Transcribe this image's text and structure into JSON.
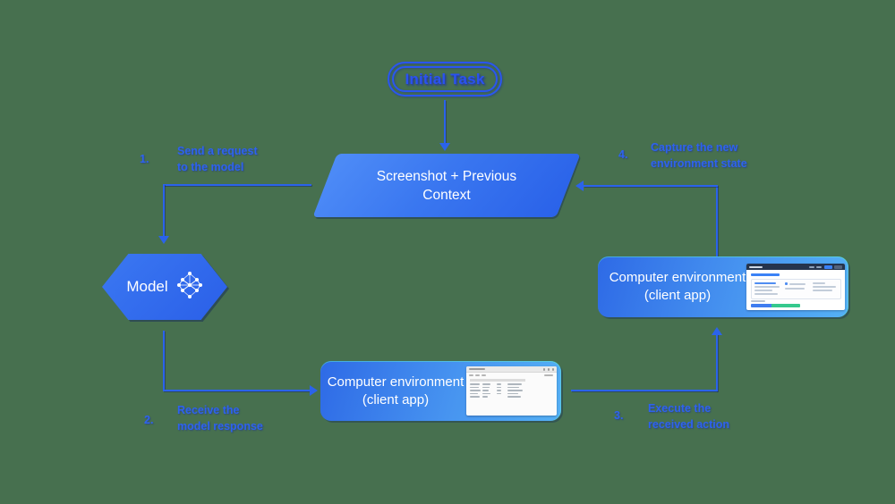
{
  "title": "Computer use agent loop diagram",
  "colors": {
    "background": "#47704f",
    "connector_blue": "#2b63ea",
    "label_blue": "#2e62ee",
    "pill_blue": "#2a56f0",
    "shape_blue_light": "#4e8cf7",
    "shape_blue_dark": "#2a62e9",
    "env_gradient_left": "#2e6ae6",
    "env_gradient_right": "#55b1f5",
    "thumb_bar_blue": "#3f7df0",
    "thumb_bar_green": "#35c98d",
    "text_white": "#ffffff"
  },
  "nodes": {
    "initial_task": {
      "label": "Initial Task"
    },
    "context": {
      "label": "Screenshot + Previous\nContext"
    },
    "model": {
      "label": "Model",
      "icon": "neural-network-icon"
    },
    "env_right": {
      "label": "Computer environment\n(client app)",
      "thumbnail": "web-app-screenshot"
    },
    "env_bottom": {
      "label": "Computer environment\n(client app)",
      "thumbnail": "desktop-app-screenshot"
    }
  },
  "steps": [
    {
      "num": "1.",
      "text": "Send a request\nto the model"
    },
    {
      "num": "2.",
      "text": "Receive the\nmodel response"
    },
    {
      "num": "3.",
      "text": "Execute the\nreceived action"
    },
    {
      "num": "4.",
      "text": "Capture the new\nenvironment state"
    }
  ]
}
